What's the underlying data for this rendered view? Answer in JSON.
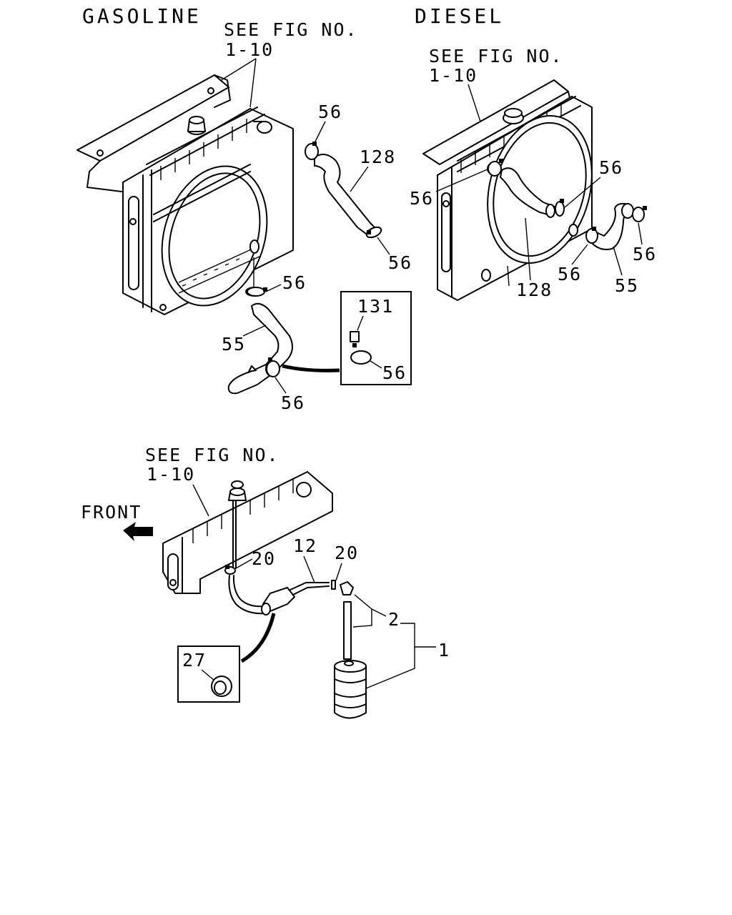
{
  "sections": {
    "gasoline": "GASOLINE",
    "diesel": "DIESEL"
  },
  "refs": {
    "gasoline_line1": "SEE FIG NO.",
    "gasoline_line2": "1-10",
    "diesel_line1": "SEE FIG NO.",
    "diesel_line2": "1-10",
    "reservoir_line1": "SEE FIG NO.",
    "reservoir_line2": "1-10"
  },
  "direction": {
    "front": "FRONT"
  },
  "callouts": {
    "g_56_top": "56",
    "g_128": "128",
    "g_56_right": "56",
    "g_56_mid": "56",
    "g_55": "55",
    "g_56_bottom": "56",
    "g_inset_131": "131",
    "g_inset_56": "56",
    "d_56_right": "56",
    "d_56_left": "56",
    "d_128": "128",
    "d_56_lower": "56",
    "d_55": "55",
    "d_56_far": "56",
    "r_20_left": "20",
    "r_12": "12",
    "r_20_right": "20",
    "r_2": "2",
    "r_1": "1",
    "r_inset_27": "27"
  }
}
